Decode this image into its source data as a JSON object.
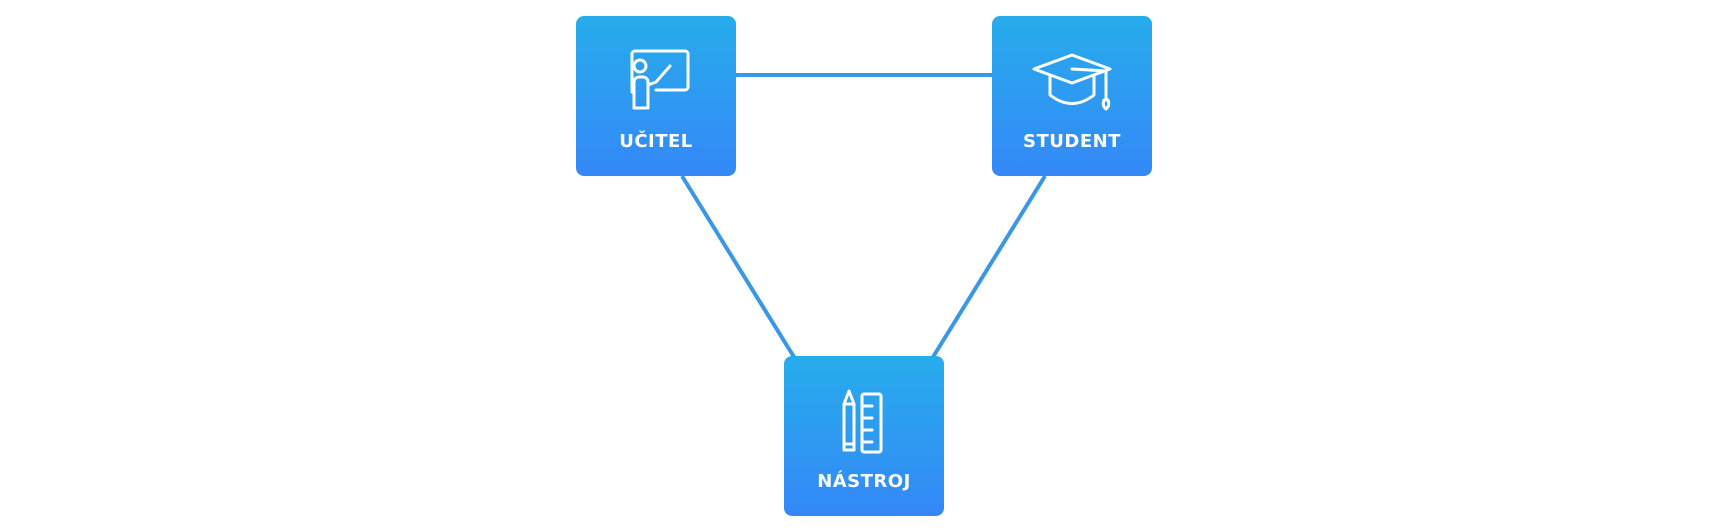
{
  "colors": {
    "node_gradient_start": "#27ACEB",
    "node_gradient_end": "#3488F7",
    "connector": "#3A97E5",
    "icon_stroke": "#FFFFFF",
    "background": "#FFFFFF"
  },
  "nodes": {
    "ucitel": {
      "label": "UČITEL",
      "icon": "teacher-at-board-icon"
    },
    "student": {
      "label": "STUDENT",
      "icon": "graduation-cap-icon"
    },
    "nastroj": {
      "label": "NÁSTROJ",
      "icon": "pencil-ruler-icon"
    }
  },
  "edges": [
    {
      "from": "ucitel",
      "to": "student"
    },
    {
      "from": "ucitel",
      "to": "nastroj"
    },
    {
      "from": "student",
      "to": "nastroj"
    }
  ]
}
